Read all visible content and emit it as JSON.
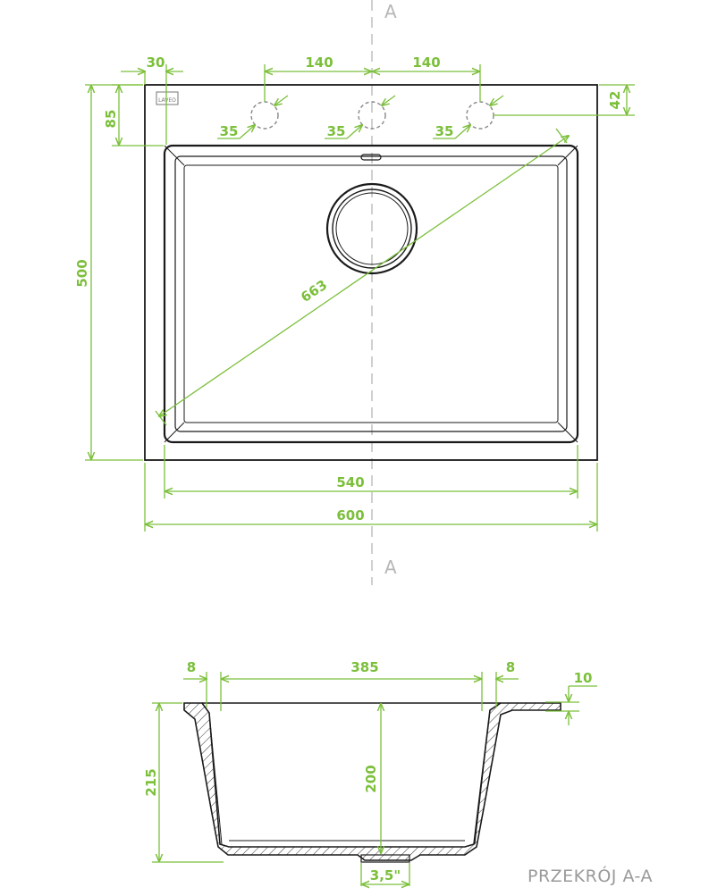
{
  "top_view": {
    "dims": {
      "width_overall": "600",
      "width_bowl": "540",
      "height_overall": "500",
      "diagonal": "663",
      "edge_left": "30",
      "offset_top": "85",
      "hole_spacing_left": "140",
      "hole_spacing_right": "140",
      "hole_edge_right": "42",
      "hole_diam_1": "35",
      "hole_diam_2": "35",
      "hole_diam_3": "35"
    },
    "section_marker_top": "A",
    "section_marker_bottom": "A",
    "logo_text": "LAVEO"
  },
  "section_view": {
    "dims": {
      "rim_left": "8",
      "inner_width": "385",
      "rim_right": "8",
      "rim_thickness": "10",
      "total_depth": "215",
      "inner_depth": "200",
      "drain": "3,5\""
    },
    "title": "PRZEKRÓJ A-A"
  },
  "colors": {
    "dimension": "#7bbf3a",
    "outline": "#1a1a1a",
    "centerline": "#b0b0b0"
  }
}
